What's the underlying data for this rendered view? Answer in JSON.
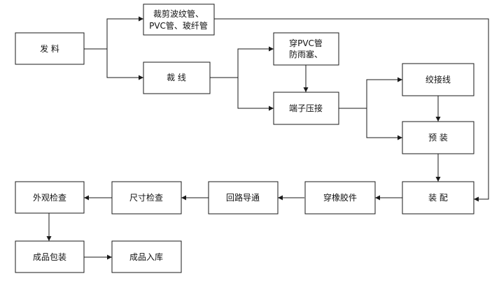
{
  "diagram": {
    "type": "process-flowchart",
    "nodes": [
      {
        "id": "fa_liao",
        "label": "发  料"
      },
      {
        "id": "cai_bo_wen_guan",
        "lines": [
          "裁剪波纹管、",
          "PVC管、玻纤管"
        ]
      },
      {
        "id": "cai_xian",
        "label": "裁  线"
      },
      {
        "id": "chuan_pvc",
        "lines": [
          "穿PVC管",
          "防雨塞、"
        ]
      },
      {
        "id": "duanzi_ya_jie",
        "label": "端子压接"
      },
      {
        "id": "jiao_jie_xian",
        "label": "绞接线"
      },
      {
        "id": "yu_zhuang",
        "label": "预  装"
      },
      {
        "id": "zhuang_pei",
        "label": "装  配"
      },
      {
        "id": "chuan_xiangjiao",
        "label": "穿橡胶件"
      },
      {
        "id": "hui_lu_dao_tong",
        "label": "回路导通"
      },
      {
        "id": "chi_cun_jian_cha",
        "label": "尺寸检查"
      },
      {
        "id": "wai_guan_jian_cha",
        "label": "外观检查"
      },
      {
        "id": "cheng_pin_bao_zhuang",
        "label": "成品包装"
      },
      {
        "id": "cheng_pin_ru_ku",
        "label": "成品入库"
      }
    ],
    "edges": [
      {
        "from": "fa_liao",
        "to": "cai_bo_wen_guan"
      },
      {
        "from": "fa_liao",
        "to": "cai_xian"
      },
      {
        "from": "cai_xian",
        "to": "chuan_pvc"
      },
      {
        "from": "cai_xian",
        "to": "duanzi_ya_jie"
      },
      {
        "from": "chuan_pvc",
        "to": "duanzi_ya_jie"
      },
      {
        "from": "duanzi_ya_jie",
        "to": "jiao_jie_xian"
      },
      {
        "from": "duanzi_ya_jie",
        "to": "yu_zhuang"
      },
      {
        "from": "jiao_jie_xian",
        "to": "yu_zhuang"
      },
      {
        "from": "yu_zhuang",
        "to": "zhuang_pei"
      },
      {
        "from": "cai_bo_wen_guan",
        "to": "zhuang_pei"
      },
      {
        "from": "zhuang_pei",
        "to": "chuan_xiangjiao"
      },
      {
        "from": "chuan_xiangjiao",
        "to": "hui_lu_dao_tong"
      },
      {
        "from": "hui_lu_dao_tong",
        "to": "chi_cun_jian_cha"
      },
      {
        "from": "chi_cun_jian_cha",
        "to": "wai_guan_jian_cha"
      },
      {
        "from": "wai_guan_jian_cha",
        "to": "cheng_pin_bao_zhuang"
      },
      {
        "from": "cheng_pin_bao_zhuang",
        "to": "cheng_pin_ru_ku"
      }
    ]
  }
}
